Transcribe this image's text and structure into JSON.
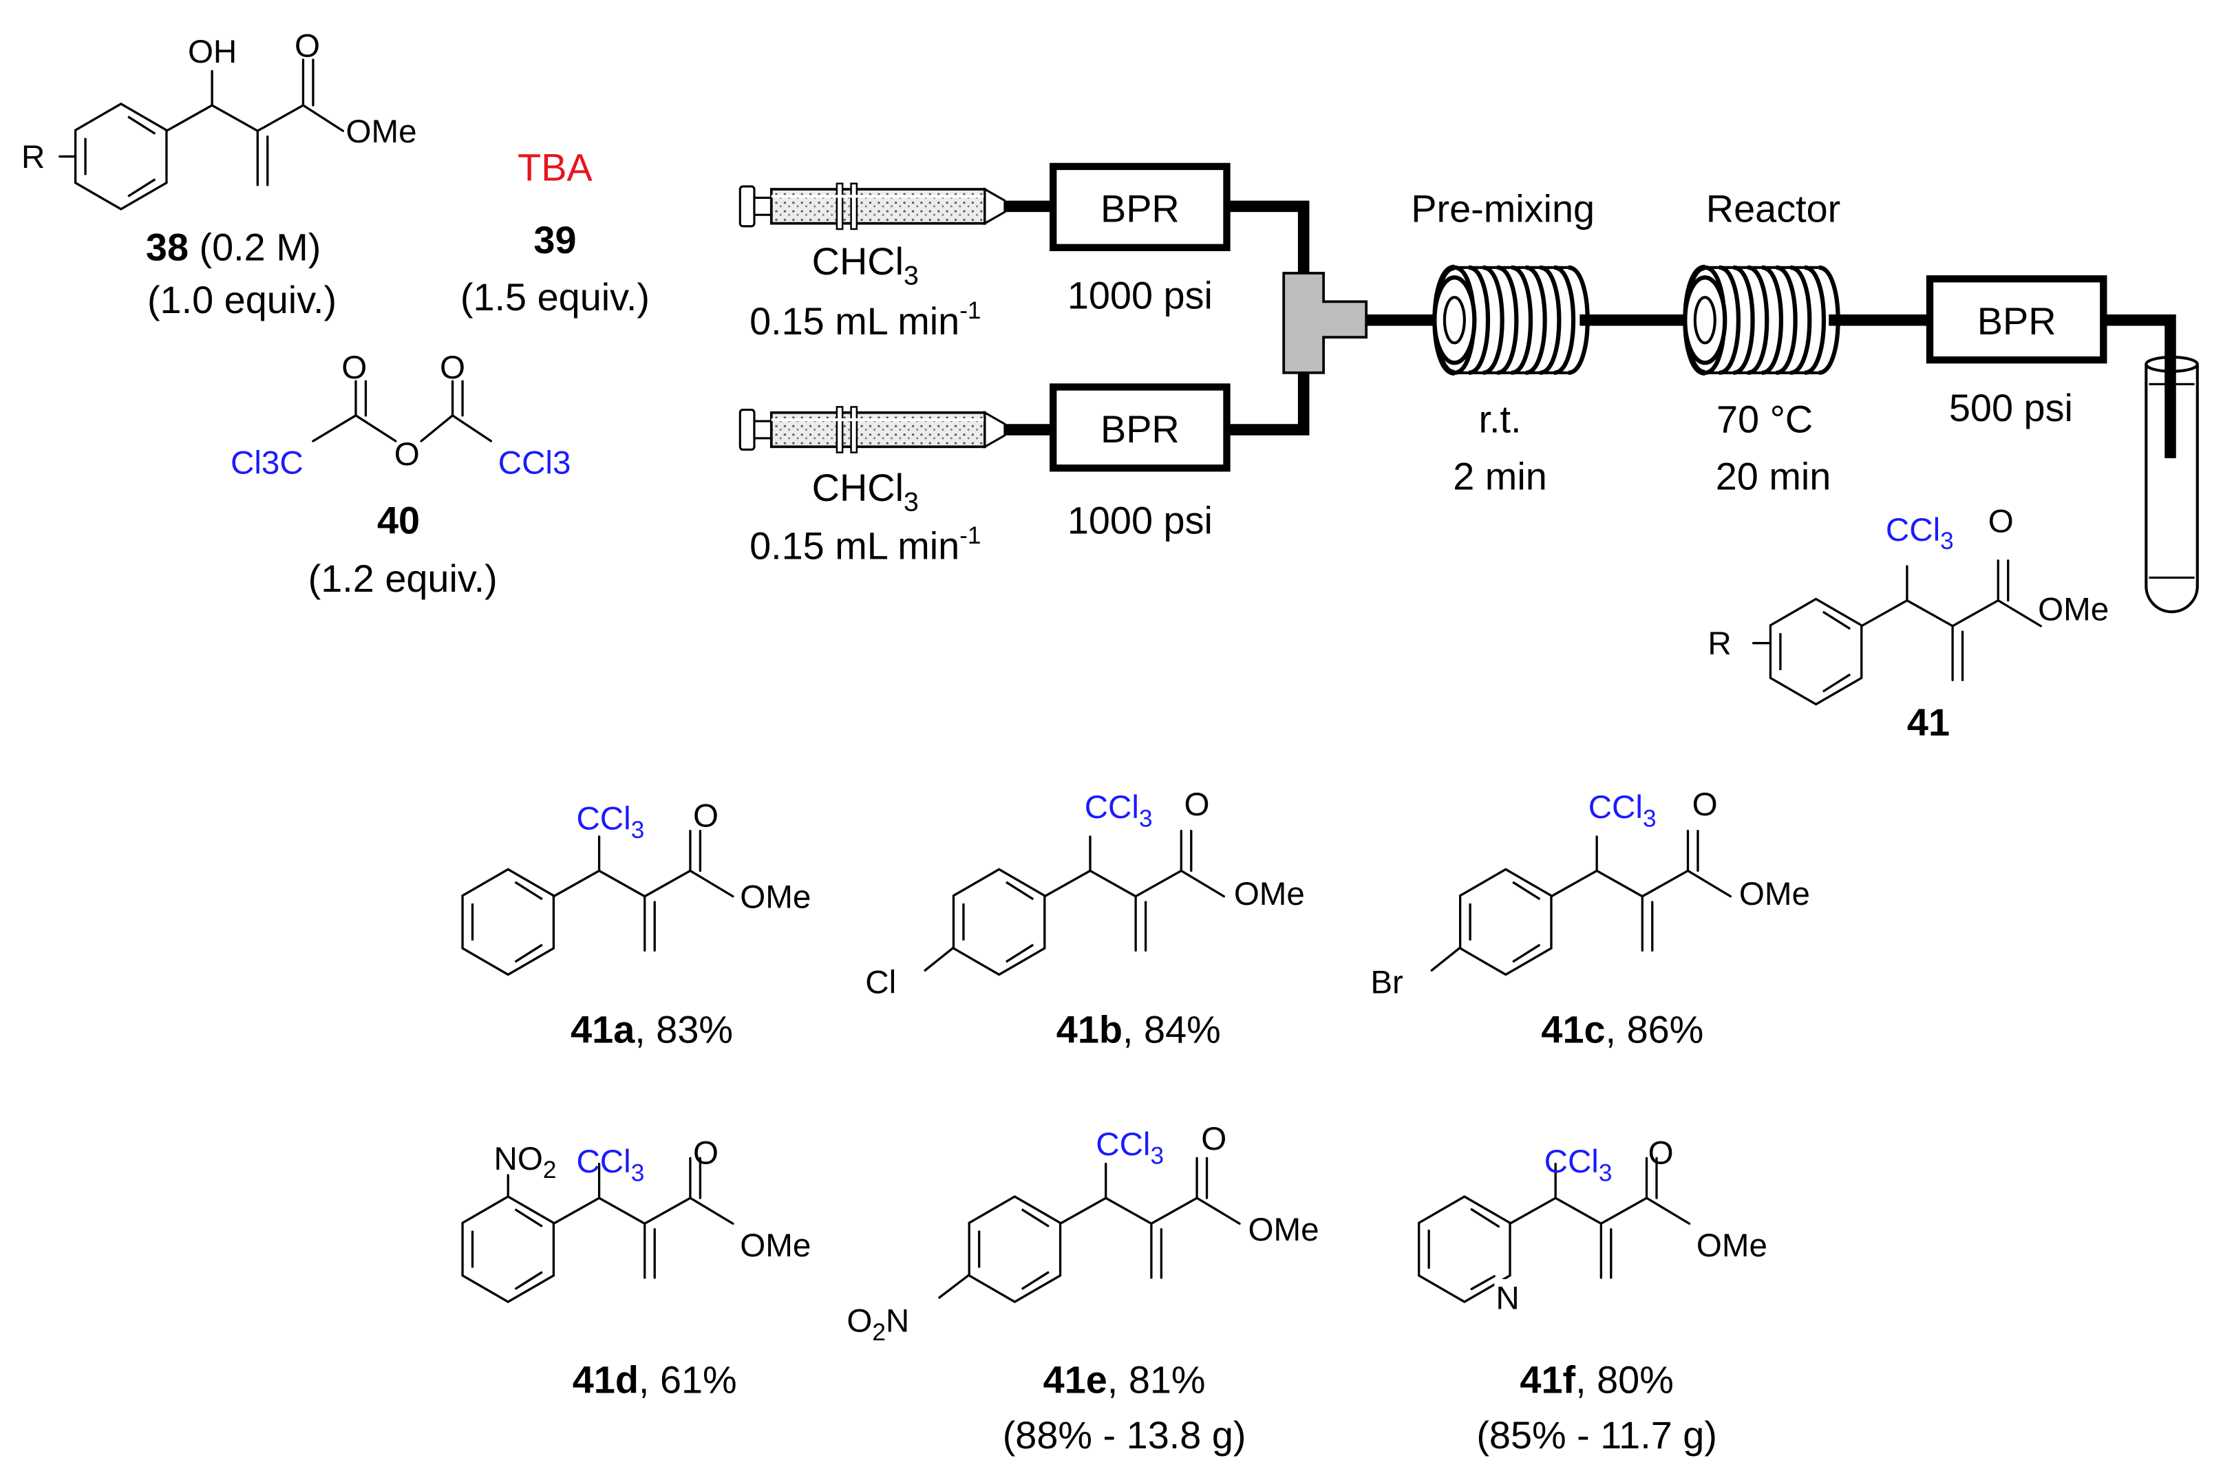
{
  "reagents": {
    "r38": {
      "number": "38",
      "conc": " (0.2 M)",
      "equiv": "(1.0 equiv.)"
    },
    "r39": {
      "name": "TBA",
      "number": "39",
      "equiv": "(1.5 equiv.)"
    },
    "r40": {
      "number": "40",
      "equiv": "(1.2 equiv.)"
    }
  },
  "atoms": {
    "oh": "OH",
    "o": "O",
    "ome": "OMe",
    "r": "R",
    "cl3c": "Cl3C",
    "ccl3": "CCl3",
    "cl": "Cl",
    "br": "Br",
    "no2": "NO2",
    "o2n": "O2N",
    "n": "N"
  },
  "flow": {
    "syringe_top": {
      "solvent": "CHCl3",
      "rate": "0.15 mL min-1"
    },
    "syringe_bottom": {
      "solvent": "CHCl3",
      "rate": "0.15 mL min-1"
    },
    "bpr_label": "BPR",
    "bpr1_pressure": "1000 psi",
    "bpr2_pressure": "1000 psi",
    "bpr3_pressure": "500 psi",
    "premix": {
      "title": "Pre-mixing",
      "temp": "r.t.",
      "time": "2 min"
    },
    "reactor": {
      "title": "Reactor",
      "temp": "70 °C",
      "time": "20 min"
    },
    "product_number": "41"
  },
  "products": [
    {
      "id": "41a",
      "yield": ", 83%",
      "scale": ""
    },
    {
      "id": "41b",
      "yield": ", 84%",
      "scale": ""
    },
    {
      "id": "41c",
      "yield": ", 86%",
      "scale": ""
    },
    {
      "id": "41d",
      "yield": ", 61%",
      "scale": ""
    },
    {
      "id": "41e",
      "yield": ", 81%",
      "scale": "(88% - 13.8 g)"
    },
    {
      "id": "41f",
      "yield": ", 80%",
      "scale": "(85% - 11.7 g)"
    }
  ]
}
